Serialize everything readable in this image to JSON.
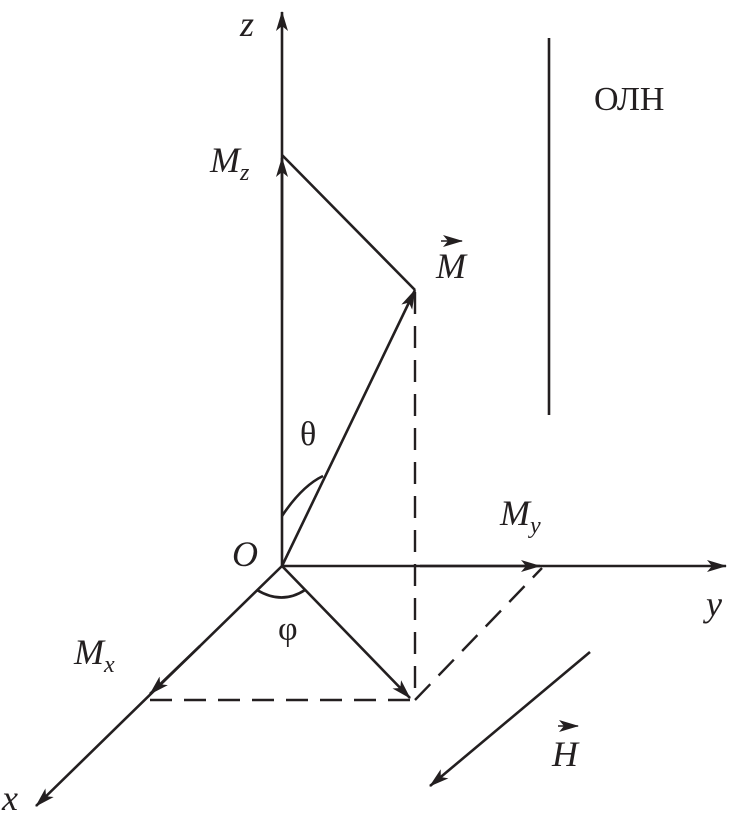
{
  "labels": {
    "z": "z",
    "y": "y",
    "x": "x",
    "origin": "O",
    "mz_main": "M",
    "mz_sub": "z",
    "my_main": "M",
    "my_sub": "y",
    "mx_main": "M",
    "mx_sub": "x",
    "m_vector": "M",
    "h_vector": "H",
    "theta": "θ",
    "phi": "φ",
    "easy_axis": "ОЛН"
  },
  "colors": {
    "ink": "#231f20"
  }
}
